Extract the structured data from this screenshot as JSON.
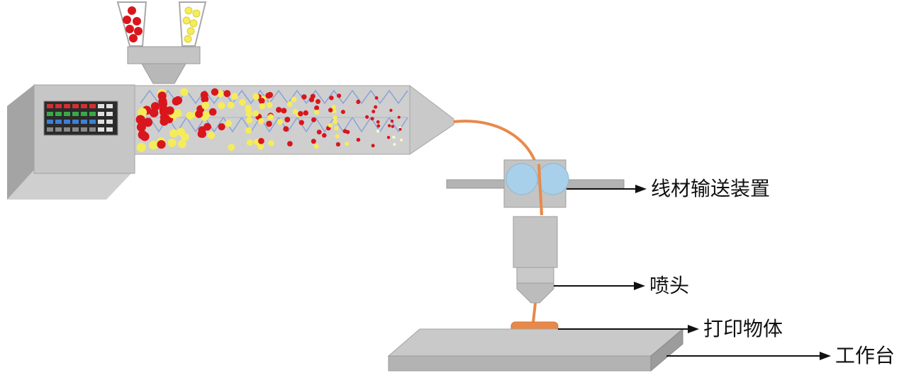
{
  "labels": {
    "feeder": "线材输送装置",
    "nozzle": "喷头",
    "printed_object": "打印物体",
    "worktable": "工作台"
  },
  "colors": {
    "red_pellet": "#d9161c",
    "yellow_pellet": "#f5ec5a",
    "filament": "#e8894a",
    "body_gray": "#c4c4c4",
    "roller_blue": "#a8d0ea",
    "arrow": "#111111"
  }
}
